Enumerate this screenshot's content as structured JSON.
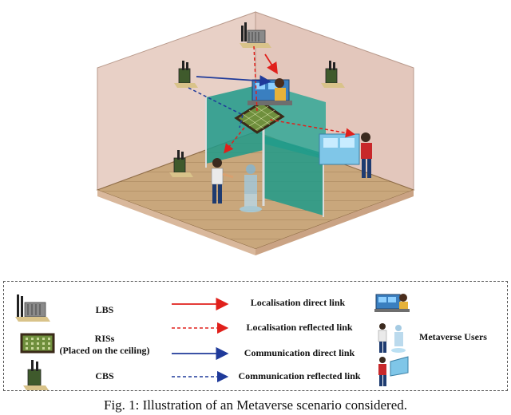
{
  "legend": {
    "lbs_label": "LBS",
    "ris_label": "RISs",
    "ris_note": "(Placed on the ceiling)",
    "cbs_label": "CBS",
    "links": [
      "Localisation direct link",
      "Localisation reflected link",
      "Communication direct link",
      "Communication reflected link"
    ],
    "users_label": "Metaverse Users"
  },
  "caption": "Fig. 1: Illustration of an Metaverse scenario considered.",
  "colors": {
    "localisation": "#e0201b",
    "communication": "#1f3a9a",
    "ris_panel": "#6f8f3d",
    "glass": "#1f9a8a",
    "floor": "#c9a77c"
  }
}
